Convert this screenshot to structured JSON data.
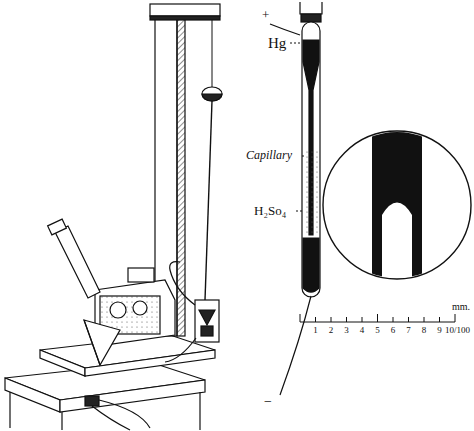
{
  "diagram": {
    "labels": [
      "+",
      "Hg",
      "Capillary",
      "H₂So₄",
      "−",
      "1",
      "2",
      "3",
      "4",
      "5",
      "6",
      "7",
      "8",
      "9",
      "10/100",
      "mm."
    ]
  }
}
